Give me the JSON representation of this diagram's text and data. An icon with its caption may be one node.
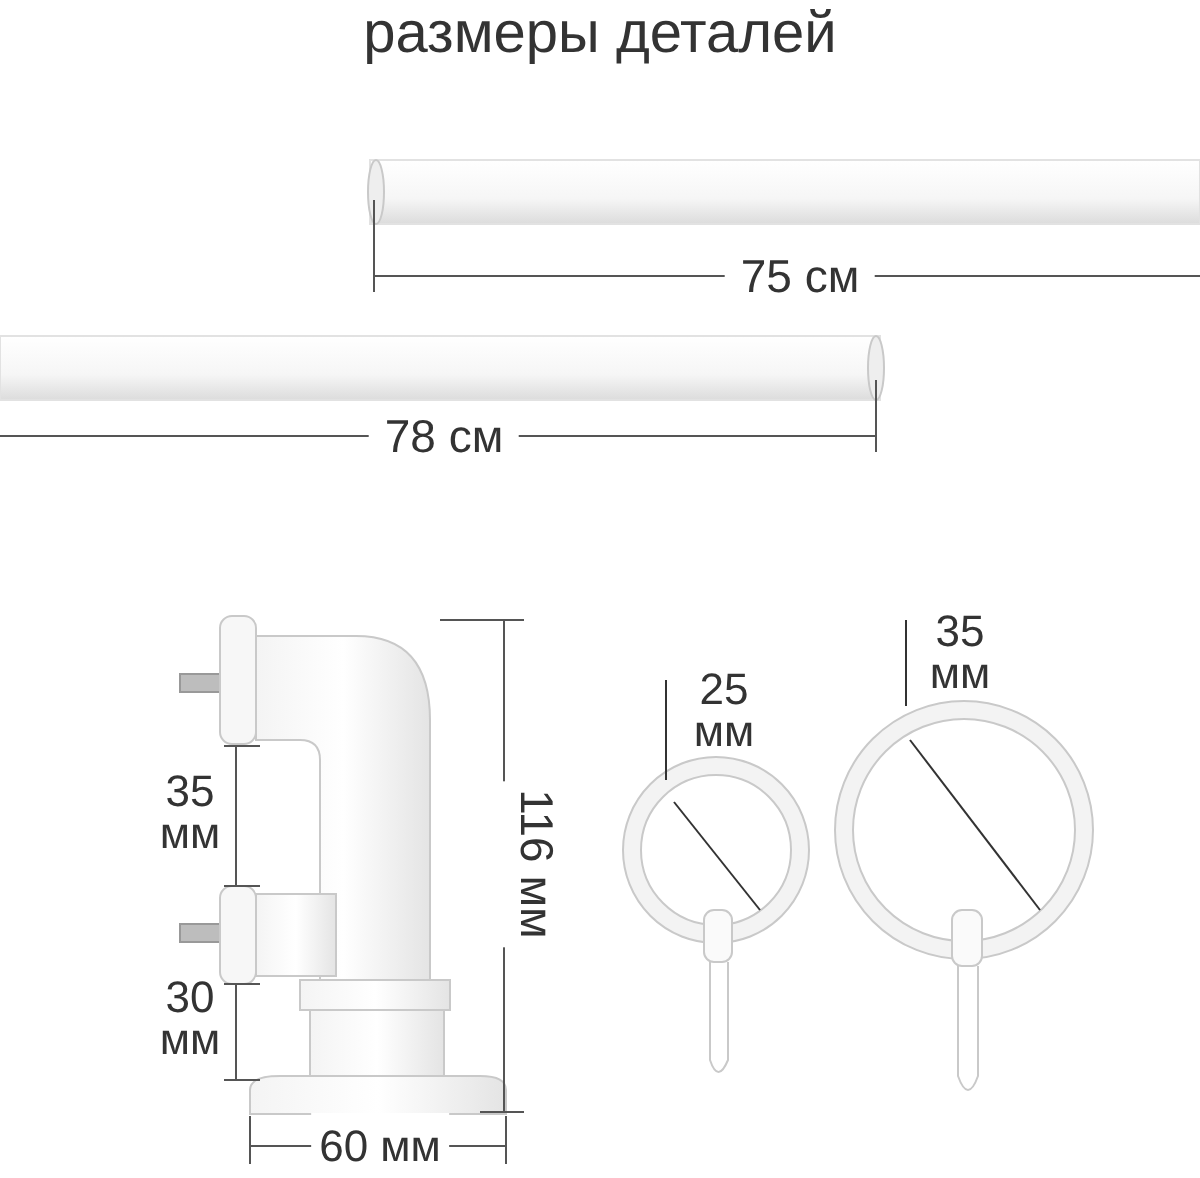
{
  "diagram": {
    "title": "размеры деталей",
    "labels": [
      "75 см",
      "78 см",
      "35 мм",
      "30 мм",
      "116 мм",
      "60 мм",
      "25 мм",
      "35 мм"
    ]
  }
}
